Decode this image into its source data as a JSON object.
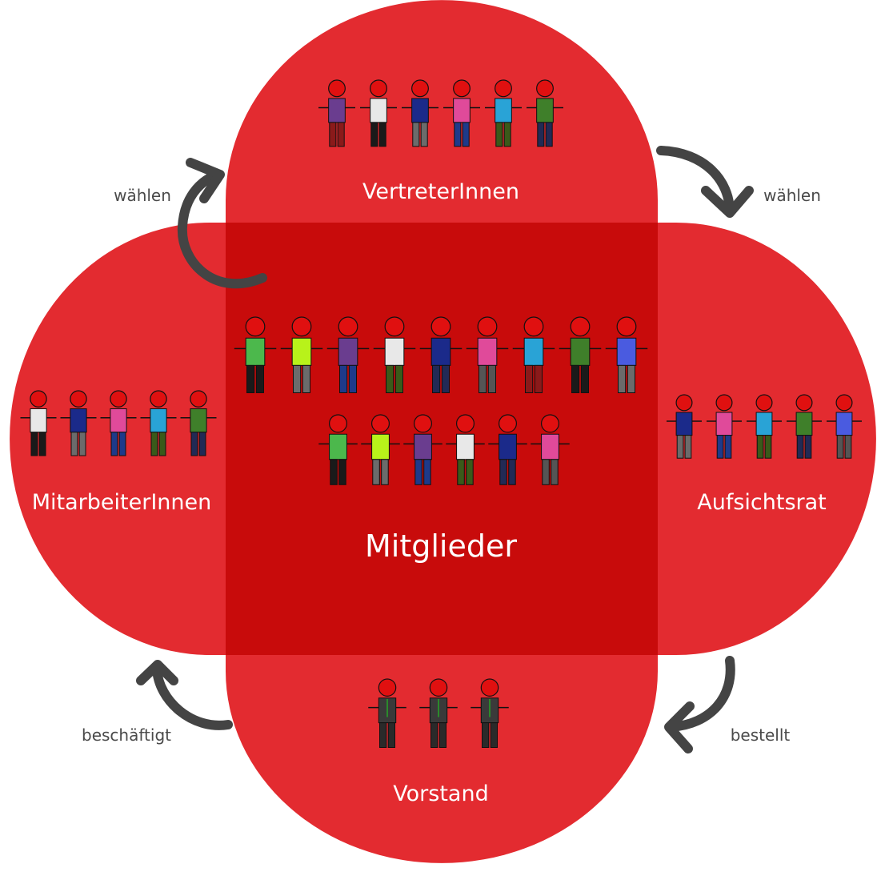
{
  "colors": {
    "petal": "#e32b30",
    "center": "#c80b0b",
    "arrow": "#444444",
    "arrow_text": "#4a4a4a"
  },
  "labels": {
    "top": "VertreterInnen",
    "left": "MitarbeiterInnen",
    "right": "Aufsichtsrat",
    "bottom": "Vorstand",
    "center": "Mitglieder"
  },
  "arrows": {
    "top_left": "wählen",
    "top_right": "wählen",
    "bottom_left": "beschäftigt",
    "bottom_right": "bestellt"
  },
  "groups": {
    "top": {
      "icon": "people-holding-hands-icon",
      "count": 6
    },
    "left": {
      "icon": "people-holding-hands-icon",
      "count": 5
    },
    "right": {
      "icon": "people-holding-hands-icon",
      "count": 5
    },
    "bottom": {
      "icon": "business-people-icon",
      "count": 3
    },
    "center_row1": {
      "icon": "people-holding-hands-icon",
      "count": 9
    },
    "center_row2": {
      "icon": "people-holding-hands-icon",
      "count": 6
    }
  }
}
